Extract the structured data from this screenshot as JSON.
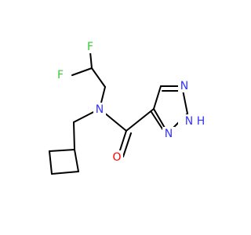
{
  "colors": {
    "carbon_bond": "#000000",
    "fluorine": "#33cc33",
    "nitrogen": "#3333ff",
    "oxygen": "#ff0000",
    "background": "#ffffff"
  },
  "atoms": {
    "f1": "F",
    "f2": "F",
    "n_amide": "N",
    "o": "O",
    "n_triazole_1": "N",
    "n_triazole_2": "N",
    "nh_triazole": "N",
    "h_triazole": "H"
  }
}
